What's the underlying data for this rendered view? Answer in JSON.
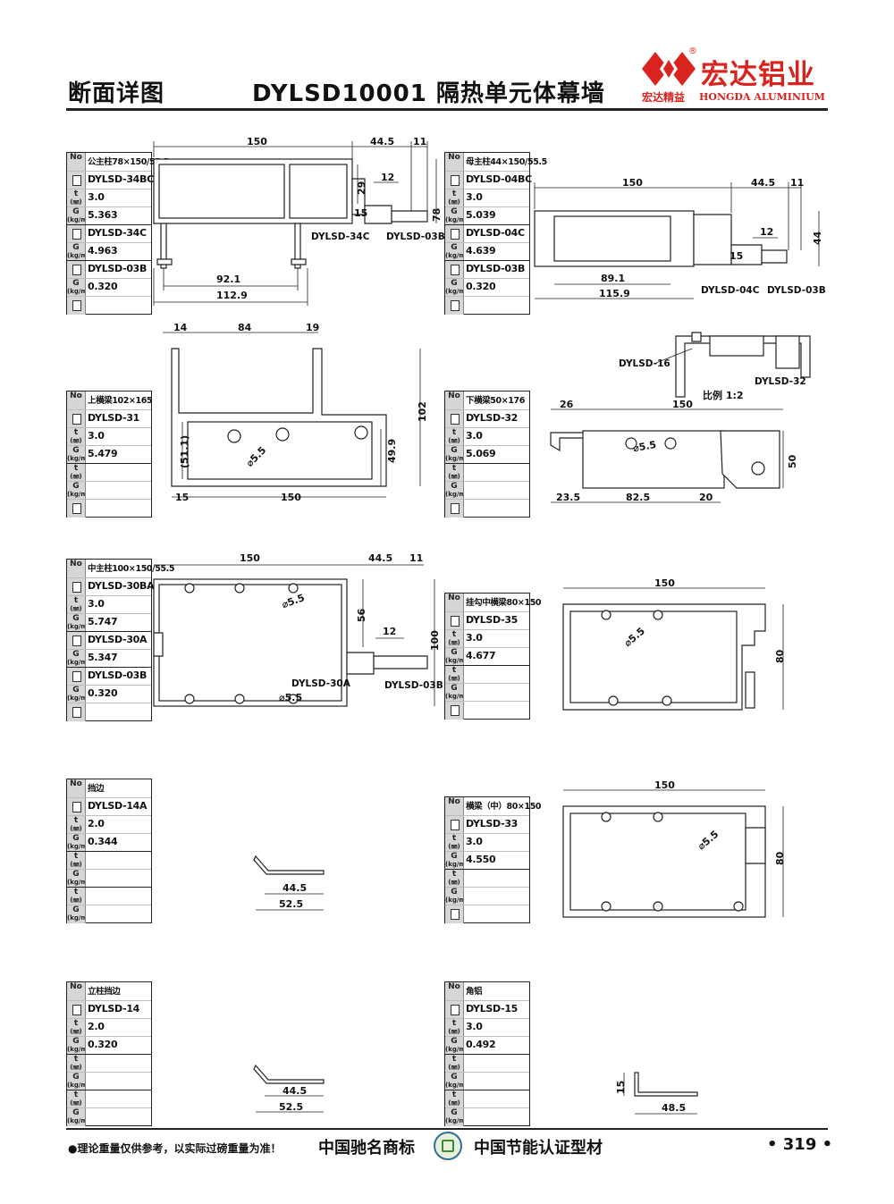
{
  "header": {
    "section": "断面详图",
    "title": "DYLSD10001 隔热单元体幕墙",
    "logo": {
      "name": "宏达铝业",
      "slogan": "宏达精益",
      "english": "HONGDA ALUMINIUM",
      "reg": "®"
    }
  },
  "table_icons": {
    "no": "No",
    "t": "t",
    "t_unit": "(㎜)",
    "g": "G",
    "g_unit": "(kg/m)"
  },
  "tables": [
    {
      "id": "t1",
      "title": "公主柱78×150/55.5",
      "rows": [
        "DYLSD-34BC",
        "3.0",
        "5.363",
        "DYLSD-34C",
        "4.963",
        "DYLSD-03B",
        "0.320"
      ]
    },
    {
      "id": "t2",
      "title": "母主柱44×150/55.5",
      "rows": [
        "DYLSD-04BC",
        "3.0",
        "5.039",
        "DYLSD-04C",
        "4.639",
        "DYLSD-03B",
        "0.320"
      ]
    },
    {
      "id": "t3",
      "title": "上横梁102×165",
      "rows": [
        "DYLSD-31",
        "3.0",
        "5.479",
        "",
        ""
      ]
    },
    {
      "id": "t4",
      "title": "下横梁50×176",
      "rows": [
        "DYLSD-32",
        "3.0",
        "5.069",
        "",
        ""
      ]
    },
    {
      "id": "t5",
      "title": "中主柱100×150/55.5",
      "rows": [
        "DYLSD-30BA",
        "3.0",
        "5.747",
        "DYLSD-30A",
        "5.347",
        "DYLSD-03B",
        "0.320"
      ]
    },
    {
      "id": "t6",
      "title": "挂勾中横梁80×150",
      "rows": [
        "DYLSD-35",
        "3.0",
        "4.677",
        "",
        ""
      ]
    },
    {
      "id": "t7",
      "title": "挡边",
      "rows": [
        "DYLSD-14A",
        "2.0",
        "0.344",
        "",
        "",
        "",
        ""
      ]
    },
    {
      "id": "t8",
      "title": "横梁（中）80×150",
      "rows": [
        "DYLSD-33",
        "3.0",
        "4.550",
        "",
        ""
      ]
    },
    {
      "id": "t9",
      "title": "立柱挡边",
      "rows": [
        "DYLSD-14",
        "2.0",
        "0.320",
        "",
        "",
        "",
        ""
      ]
    },
    {
      "id": "t10",
      "title": "角铝",
      "rows": [
        "DYLSD-15",
        "3.0",
        "0.492",
        "",
        "",
        "",
        ""
      ]
    }
  ],
  "drawings": {
    "d1": {
      "w150": "150",
      "w44_5": "44.5",
      "w11": "11",
      "h29": "29",
      "w12": "12",
      "h15": "15",
      "h78": "78",
      "lbl_a": "DYLSD-34C",
      "lbl_b": "DYLSD-03B",
      "w92_1": "92.1",
      "w112_9": "112.9"
    },
    "d2": {
      "w150": "150",
      "w44_5": "44.5",
      "w11": "11",
      "w12": "12",
      "h44": "44",
      "h15": "15",
      "w89_1": "89.1",
      "w115_9": "115.9",
      "lbl_a": "DYLSD-04C",
      "lbl_b": "DYLSD-03B"
    },
    "d3": {
      "w14": "14",
      "w84": "84",
      "w19": "19",
      "h102": "102",
      "h51_1": "(51.1)",
      "h49_9": "49.9",
      "dia": "⌀5.5",
      "w15": "15",
      "w150": "150"
    },
    "d4": {
      "lbl_a": "DYLSD-16",
      "lbl_b": "DYLSD-32",
      "scale": "比例  1:2"
    },
    "d5": {
      "w26": "26",
      "w150": "150",
      "dia": "⌀5.5",
      "h50": "50",
      "w23_5": "23.5",
      "w82_5": "82.5",
      "w20": "20"
    },
    "d6": {
      "w150": "150",
      "w44_5": "44.5",
      "w11": "11",
      "dia1": "⌀5.5",
      "h56": "56",
      "w12": "12",
      "h100": "100",
      "lbl_a": "DYLSD-30A",
      "lbl_b": "DYLSD-03B",
      "dia2": "⌀5.5"
    },
    "d7": {
      "w150": "150",
      "dia": "⌀5.5",
      "h80": "80"
    },
    "d8": {
      "w44_5": "44.5",
      "w52_5": "52.5"
    },
    "d9": {
      "w150": "150",
      "dia": "⌀5.5",
      "h80": "80"
    },
    "d10": {
      "w44_5": "44.5",
      "w52_5": "52.5"
    },
    "d11": {
      "h15": "15",
      "w48_5": "48.5"
    }
  },
  "footer": {
    "note": "●理论重量仅供参考，以实际过磅重量为准！",
    "mid1": "中国驰名商标",
    "mid2": "中国节能认证型材",
    "page": "• 319 •"
  }
}
